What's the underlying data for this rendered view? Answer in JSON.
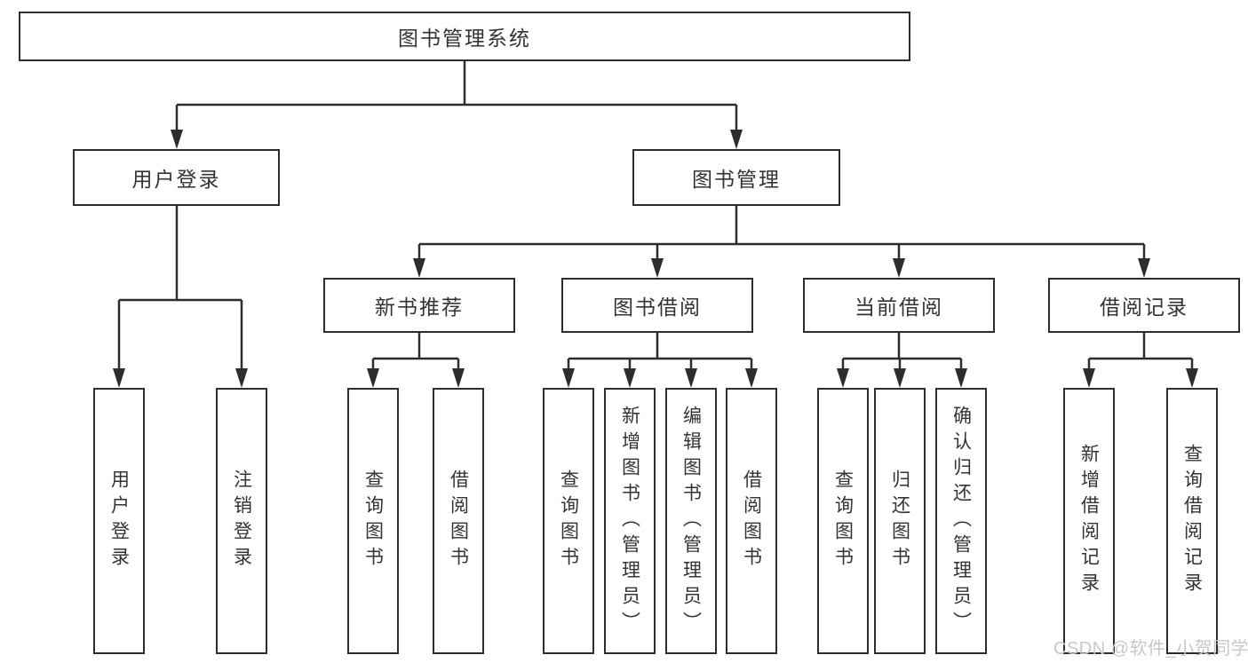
{
  "diagram": {
    "root": {
      "label": "图书管理系统"
    },
    "level1": [
      {
        "label": "用户登录"
      },
      {
        "label": "图书管理"
      }
    ],
    "level2": [
      {
        "label": "新书推荐"
      },
      {
        "label": "图书借阅"
      },
      {
        "label": "当前借阅"
      },
      {
        "label": "借阅记录"
      }
    ],
    "leaves": {
      "user_login": [
        "用户登录",
        "注销登录"
      ],
      "new_books": [
        "查询图书",
        "借阅图书"
      ],
      "book_borrow": [
        "查询图书",
        "新增图书（管理员）",
        "编辑图书（管理员）",
        "借阅图书"
      ],
      "current_borrow": [
        "查询图书",
        "归还图书",
        "确认归还（管理员）"
      ],
      "borrow_records": [
        "新增借阅记录",
        "查询借阅记录"
      ]
    }
  },
  "watermark": {
    "text": "CSDN @软件_小贺同学"
  },
  "colors": {
    "line": "#2d2d2d",
    "text": "#333333",
    "watermark": "#c6c8cb",
    "background": "#ffffff"
  }
}
